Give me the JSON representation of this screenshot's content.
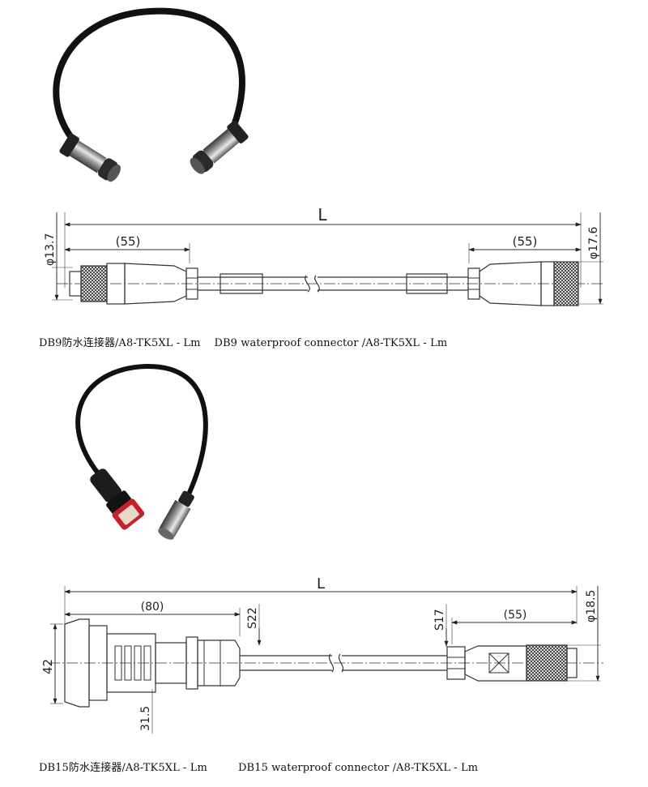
{
  "section1": {
    "dim_length": "L",
    "dim_left_diameter": "φ13.7",
    "dim_right_diameter": "φ17.6",
    "dim_left_connector": "(55)",
    "dim_right_connector": "(55)",
    "caption": "DB9防水连接器/A8-TK5XL - Lm    DB9 waterproof connector /A8-TK5XL - Lm"
  },
  "section2": {
    "dim_length": "L",
    "dim_left_connector": "(80)",
    "dim_flange_height": "42",
    "dim_body_height": "31.5",
    "dim_nut_left": "S22",
    "dim_nut_right": "S17",
    "dim_right_connector": "(55)",
    "dim_right_diameter": "φ18.5",
    "caption": "DB15防水连接器/A8-TK5XL - Lm         DB15 waterproof connector /A8-TK5XL - Lm"
  }
}
